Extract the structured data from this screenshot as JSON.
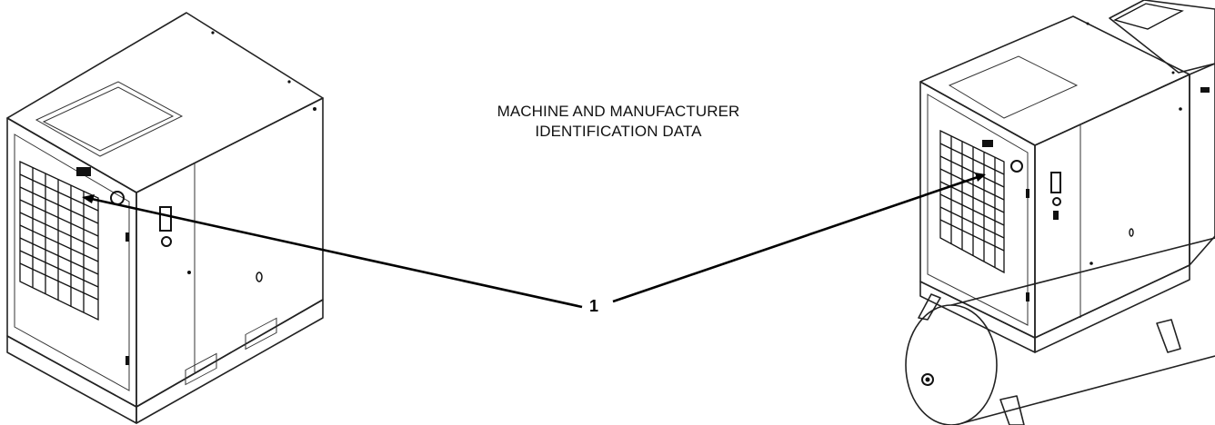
{
  "caption": {
    "line1": "MACHINE AND MANUFACTURER",
    "line2": "IDENTIFICATION DATA"
  },
  "callout": {
    "number": "1"
  },
  "colors": {
    "line": "#222222",
    "background": "#ffffff"
  }
}
